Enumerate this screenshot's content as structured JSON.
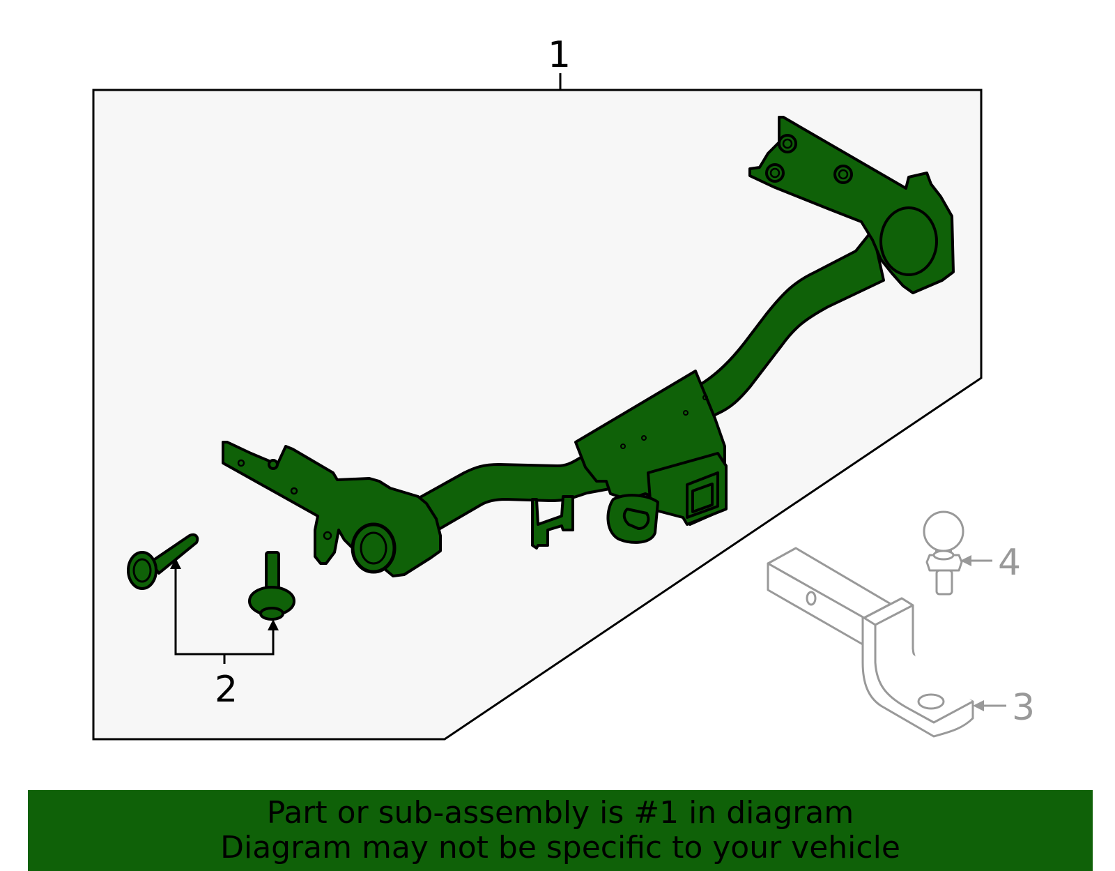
{
  "callouts": {
    "hitch_assembly": "1",
    "bolts": "2",
    "ball_mount": "3",
    "hitch_ball": "4"
  },
  "banner": {
    "line1": "Part or sub-assembly is #1 in diagram",
    "line2": "Diagram may not be specific to your vehicle"
  },
  "colors": {
    "highlight_part": "#0f6108",
    "background_panel": "#f7f7f7",
    "outline": "#000000",
    "non_included_part": "#999999",
    "banner": "#0f6108"
  }
}
